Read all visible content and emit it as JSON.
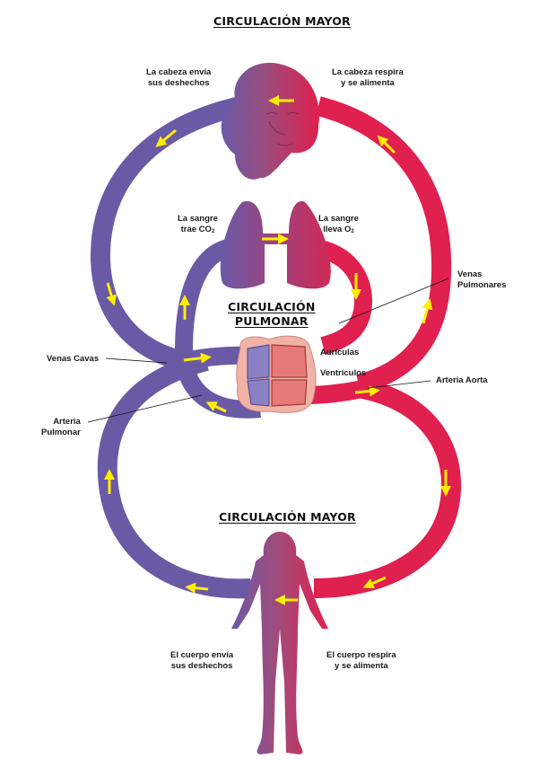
{
  "colors": {
    "venous": "#6a5aa6",
    "arterial": "#e0204e",
    "flow_arrow": "#ffee00",
    "heart_wall": "#f2b3a6",
    "label_text": "#1a1a1a"
  },
  "titles": {
    "top": "CIRCULACIÓN MAYOR",
    "pulmonary_line1": "CIRCULACIÓN",
    "pulmonary_line2": "PULMONAR",
    "bottom": "CIRCULACIÓN MAYOR"
  },
  "head": {
    "left_label_line1": "La cabeza envía",
    "left_label_line2": "sus deshechos",
    "right_label_line1": "La cabeza respira",
    "right_label_line2": "y se alimenta"
  },
  "lungs": {
    "left_label_line1": "La sangre",
    "left_label_line2_prefix": "trae CO",
    "left_label_line2_sub": "2",
    "right_label_line1": "La sangre",
    "right_label_line2_prefix": "lleva O",
    "right_label_line2_sub": "2"
  },
  "heart_labels": {
    "venas_pulmonares_line1": "Venas",
    "venas_pulmonares_line2": "Pulmonares",
    "auriculas": "Aurículas",
    "ventriculos": "Ventrículos",
    "arteria_aorta": "Arteria Aorta",
    "venas_cavas": "Venas Cavas",
    "arteria_pulmonar_line1": "Arteria",
    "arteria_pulmonar_line2": "Pulmonar"
  },
  "body": {
    "left_label_line1": "El cuerpo envía",
    "left_label_line2": "sus deshechos",
    "right_label_line1": "El cuerpo respira",
    "right_label_line2": "y se alimenta"
  }
}
